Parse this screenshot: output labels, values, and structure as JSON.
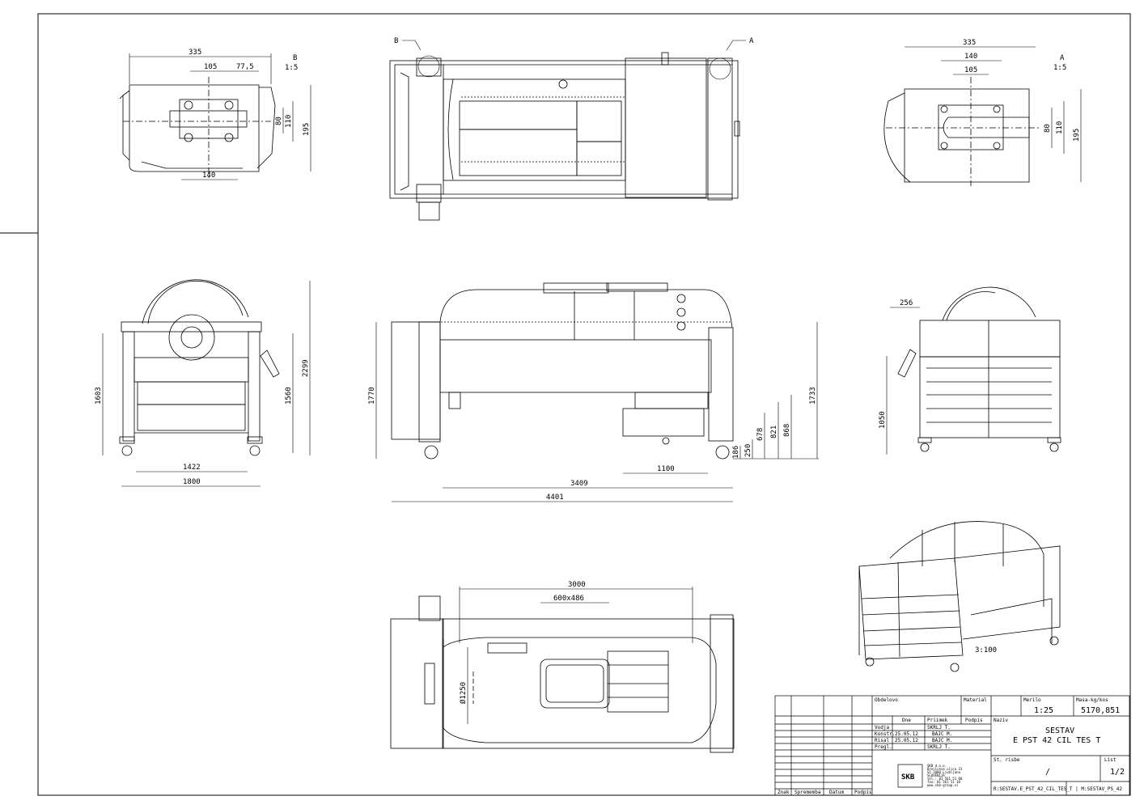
{
  "sheet": {
    "scale_labels": {
      "detail_b": "B",
      "detail_b_scale": "1:5",
      "detail_a": "A",
      "detail_a_scale": "1:5",
      "iso_scale": "3:100",
      "callout_b": "B",
      "callout_a": "A"
    },
    "dims_detail_b": {
      "w335": "335",
      "w105": "105",
      "w775": "77,5",
      "w140": "140",
      "h80": "80",
      "h110": "110",
      "h195": "195"
    },
    "dims_detail_a": {
      "w335": "335",
      "w140": "140",
      "w105": "105",
      "h80": "80",
      "h110": "110",
      "h195": "195"
    },
    "dims_front": {
      "h1603": "1603",
      "h1560": "1560",
      "h2299": "2299",
      "w1422": "1422",
      "w1800": "1800"
    },
    "dims_side": {
      "h1770": "1770",
      "h1733": "1733",
      "h868": "868",
      "h821": "821",
      "h678": "678",
      "h250": "250",
      "h186": "186",
      "w1100": "1100",
      "w3409": "3409",
      "w4401": "4401"
    },
    "dims_end": {
      "w256": "256",
      "h1050": "1050"
    },
    "dims_plan": {
      "w3000": "3000",
      "w600x486": "600x486",
      "d1250": "Ø1250"
    }
  },
  "title_block": {
    "col_obdelovo": "Obdelovo",
    "col_material": "Material",
    "col_merilo": "Merilo",
    "merilo": "1:25",
    "col_masa": "Masa-kg/kos",
    "masa": "5170,851",
    "col_dne": "Dne",
    "col_priimek": "Priimek",
    "col_podpis": "Podpis",
    "col_naziv": "Naziv",
    "rows": [
      {
        "role": "Vodja",
        "date": "",
        "name": "SKRLJ T."
      },
      {
        "role": "Konstr.",
        "date": "25.05.12",
        "name": "BAJC M."
      },
      {
        "role": "Risal",
        "date": "25.05.12",
        "name": "BAJC M."
      },
      {
        "role": "Pregl.",
        "date": "",
        "name": "SKRLJ T."
      }
    ],
    "title1": "SESTAV",
    "title2": "E PST 42 CIL TES T",
    "col_st_risbe": "St. risbe",
    "st_risbe": "/",
    "col_list": "List",
    "list": "1/2",
    "path": "R:SESTAV.E_PST_42_CIL_TES_T | M:SESTAV_PS_42",
    "logo_text": "SKB",
    "company_lines": [
      "SKB d.o.o.",
      "Brnciceva ulica 31",
      "SI-1000 Ljubljana",
      "SLOVENIJA",
      "tel.: 01 561 51 00",
      "fax: 01 561 51 10",
      "www.skb-group.si"
    ],
    "rev_cols": [
      "Znak",
      "Sprememba",
      "Datum",
      "Podpis"
    ]
  }
}
